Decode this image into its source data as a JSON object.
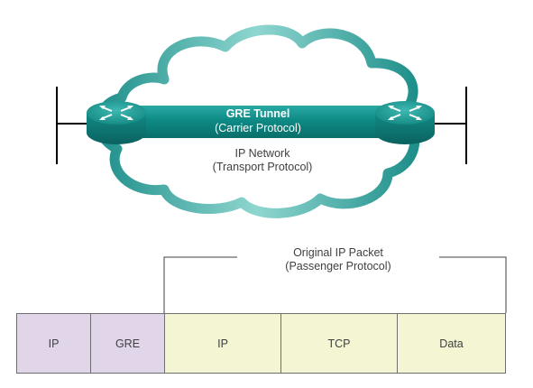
{
  "tunnel": {
    "title": "GRE Tunnel",
    "subtitle": "(Carrier Protocol)"
  },
  "network": {
    "title": "IP Network",
    "subtitle": "(Transport Protocol)"
  },
  "original_packet": {
    "title": "Original IP Packet",
    "subtitle": "(Passenger Protocol)"
  },
  "packet": {
    "cells": [
      {
        "label": "IP",
        "role": "delivery-header"
      },
      {
        "label": "GRE",
        "role": "gre-header"
      },
      {
        "label": "IP",
        "role": "passenger"
      },
      {
        "label": "TCP",
        "role": "passenger"
      },
      {
        "label": "Data",
        "role": "passenger"
      }
    ]
  },
  "colors": {
    "cloud_stroke": "#2ea6a0",
    "tunnel_body": "#0f8a86",
    "router_body": "#11807c",
    "header_fill": "#e1d5e9",
    "passenger_fill": "#f4f5d2",
    "text": "#404040"
  },
  "icons": {
    "router": "router-icon",
    "cloud": "cloud-shape"
  }
}
